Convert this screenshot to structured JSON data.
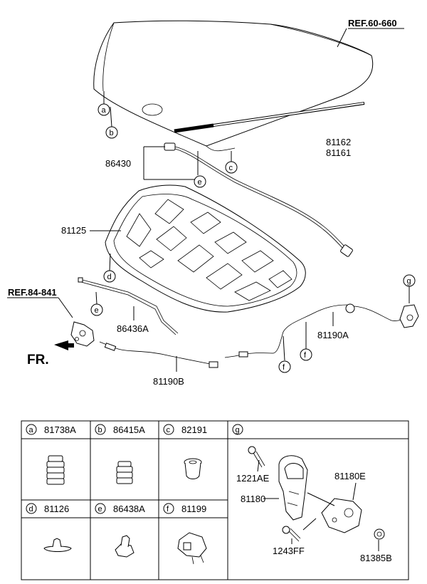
{
  "references": {
    "hood_ref": "REF.60-660",
    "latch_ref": "REF.84-841"
  },
  "direction_label": "FR.",
  "part_labels": {
    "stay_upper": "81162",
    "stay_lower": "81161",
    "wiring": "86430",
    "insulator": "81125",
    "seal": "86436A",
    "cable_right": "81190A",
    "cable_bottom": "81190B"
  },
  "callouts": [
    "a",
    "b",
    "c",
    "d",
    "e",
    "f",
    "g"
  ],
  "table": {
    "row1": [
      {
        "letter": "a",
        "part": "81738A"
      },
      {
        "letter": "b",
        "part": "86415A"
      },
      {
        "letter": "c",
        "part": "82191"
      }
    ],
    "row2": [
      {
        "letter": "d",
        "part": "81126"
      },
      {
        "letter": "e",
        "part": "86438A"
      },
      {
        "letter": "f",
        "part": "81199"
      }
    ],
    "g_cell": {
      "letter": "g",
      "labels": {
        "bolt_top": "1221AE",
        "latch": "81180",
        "latch_e": "81180E",
        "bolt_bottom": "1243FF",
        "nut": "81385B"
      }
    }
  }
}
